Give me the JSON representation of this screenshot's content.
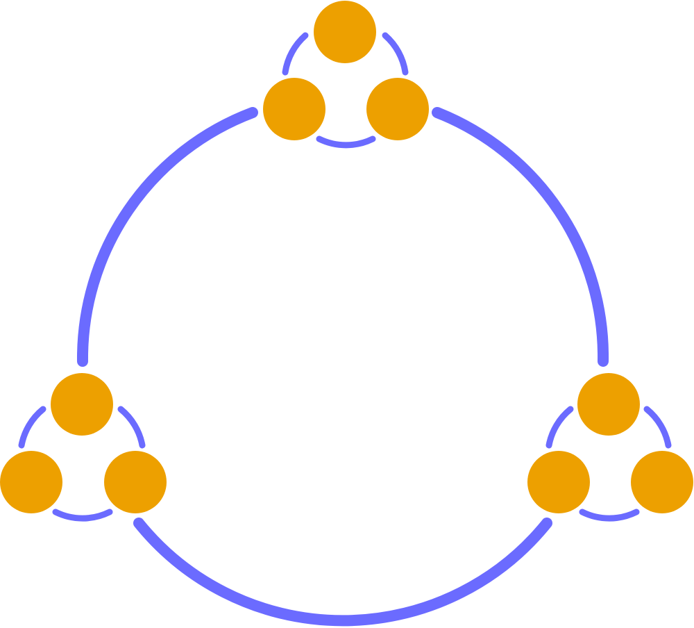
{
  "colors": {
    "node_fill": "#EDA000",
    "connector_stroke": "#6B6BFF",
    "background": "#FFFFFF"
  },
  "diagram": {
    "description_kind": "cluster-ring",
    "outer_ring": {
      "segments": 3
    },
    "clusters": [
      {
        "id": "cluster-top",
        "nodes": 3
      },
      {
        "id": "cluster-bottom-left",
        "nodes": 3
      },
      {
        "id": "cluster-bottom-right",
        "nodes": 3
      }
    ]
  }
}
